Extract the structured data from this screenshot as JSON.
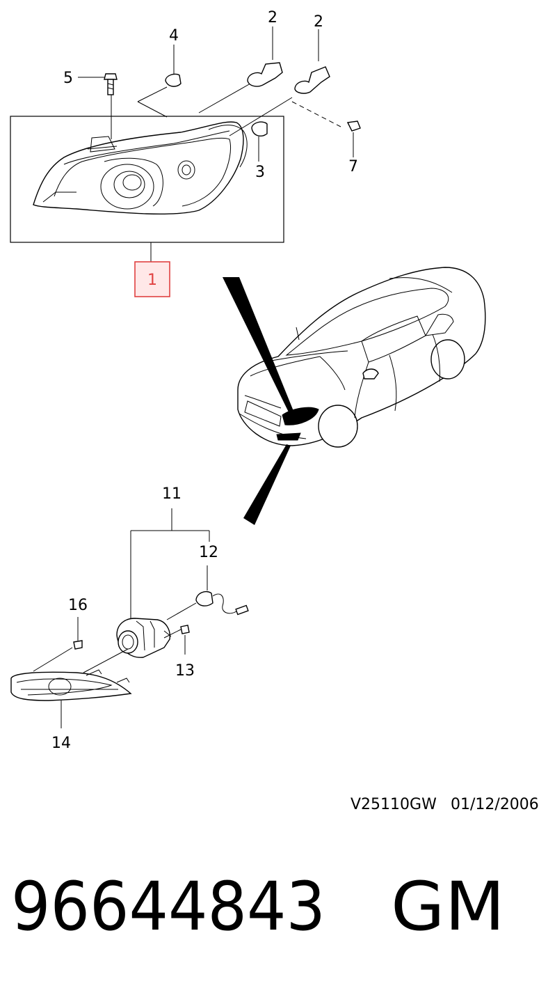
{
  "callouts": {
    "c1": "1",
    "c2a": "2",
    "c2b": "2",
    "c3": "3",
    "c4": "4",
    "c5": "5",
    "c7": "7",
    "c11": "11",
    "c12": "12",
    "c13": "13",
    "c14": "14",
    "c16": "16"
  },
  "reference_code": "V25110GW",
  "reference_date": "01/12/2006",
  "part_number": "96644843",
  "brand": "GM",
  "colors": {
    "highlight": "#e04040",
    "highlight_fill": "#ffe8e8",
    "line": "#000000"
  }
}
